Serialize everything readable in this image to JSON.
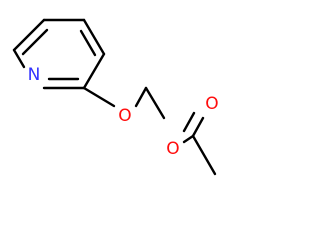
{
  "molecule": {
    "colors": {
      "bond": "#000000",
      "nitrogen": "#3232ff",
      "oxygen": "#ff0d0d"
    },
    "atoms": {
      "nitrogen": "N",
      "ether_oxygen": "O",
      "ester_oxygen": "O",
      "carbonyl_oxygen": "O"
    }
  }
}
